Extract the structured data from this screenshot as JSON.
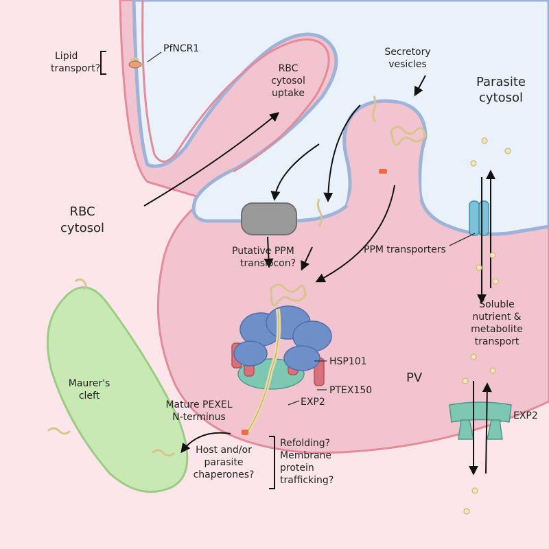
{
  "labels": {
    "lipid_transport": [
      "Lipid",
      "transport?"
    ],
    "pfncr1": "PfNCR1",
    "rbc_uptake": [
      "RBC",
      "cytosol",
      "uptake"
    ],
    "secretory_vesicles": [
      "Secretory",
      "vesicles"
    ],
    "parasite_cytosol": [
      "Parasite",
      "cytosol"
    ],
    "rbc_cytosol": [
      "RBC",
      "cytosol"
    ],
    "ppm_translocon": [
      "Putative PPM",
      "translocon?"
    ],
    "ppm_transporters": "PPM transporters",
    "soluble_transport": [
      "Soluble",
      "nutrient &",
      "metabolite",
      "transport"
    ],
    "hsp101": "HSP101",
    "ptex150": "PTEX150",
    "exp2_complex": "EXP2",
    "pv": "PV",
    "maurers_cleft": [
      "Maurer's",
      "cleft"
    ],
    "mature_pexel": [
      "Mature PEXEL",
      "N-terminus"
    ],
    "chaperones": [
      "Host and/or",
      "parasite",
      "chaperones?"
    ],
    "refolding": [
      "Refolding?",
      "Membrane",
      "protein",
      "trafficking?"
    ],
    "exp2_channel": "EXP2"
  },
  "colors": {
    "rbc_background": "#fde6ea",
    "pv_fill": "#f1c4cf",
    "pvm_stroke": "#e48a99",
    "parasite_cytosol": "#e9f1fb",
    "ppm_stroke": "#9eb3d8",
    "hsp101": "#6f8fc9",
    "ptex150": "#d9707a",
    "exp2": "#7ec8b3",
    "maurers_cleft": "#c9e9b4",
    "transporter": "#7cc2d9",
    "protein": "#e9d9a6",
    "pexel_tip": "#ef6a45",
    "nutrient": "#f2e6b5"
  }
}
